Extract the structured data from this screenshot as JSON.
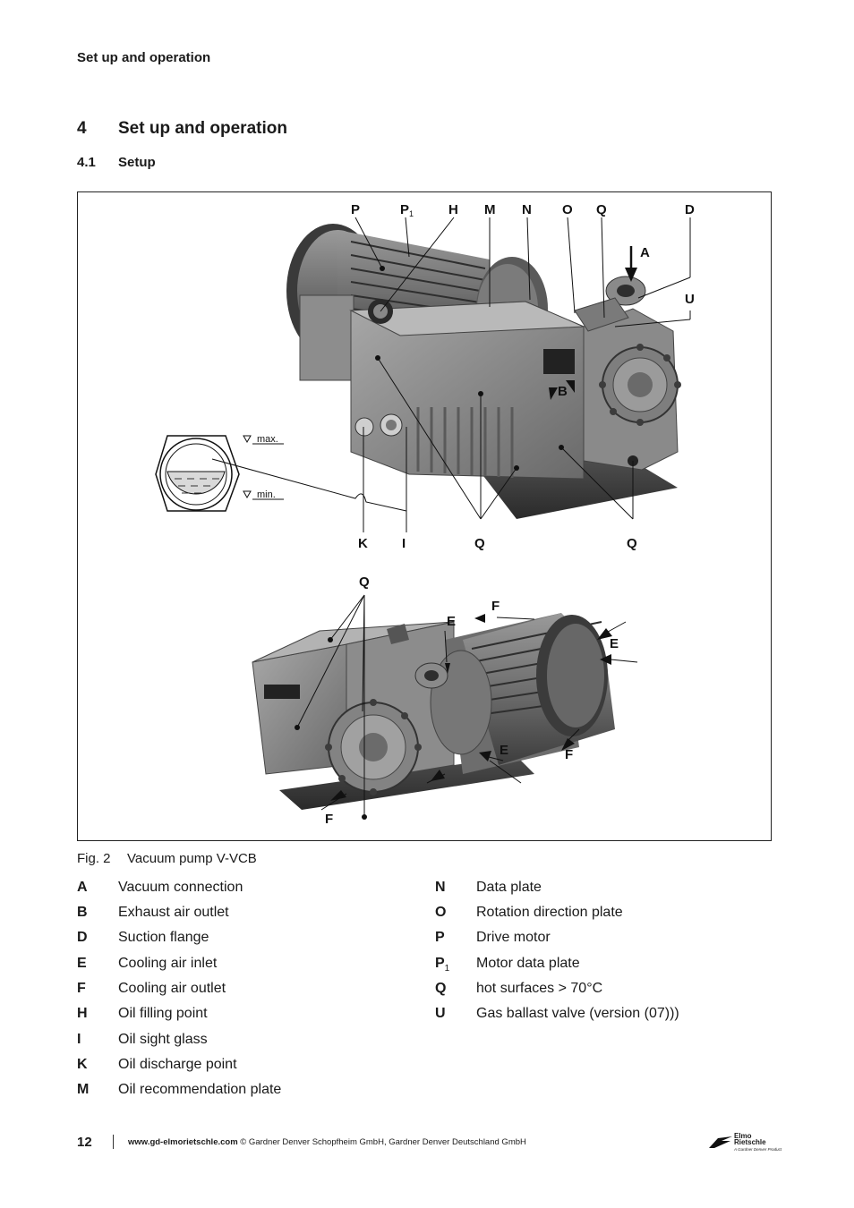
{
  "header": {
    "running_title": "Set up and operation"
  },
  "section": {
    "number": "4",
    "title": "Set up and operation"
  },
  "subsection": {
    "number": "4.1",
    "title": "Setup"
  },
  "figure": {
    "top_callouts": [
      "P",
      "P",
      "H",
      "M",
      "N",
      "O",
      "Q",
      "D"
    ],
    "p1_subscript": "1",
    "labels": {
      "A": "A",
      "U": "U",
      "B": "B",
      "K": "K",
      "I": "I",
      "Q1": "Q",
      "Q2": "Q",
      "Q3": "Q",
      "E1": "E",
      "E2": "E",
      "E3": "E",
      "F1": "F",
      "F2": "F",
      "F3": "F"
    },
    "sight_glass": {
      "max": "max.",
      "min": "min."
    },
    "caption_number": "Fig. 2",
    "caption_text": "Vacuum pump  V-VCB"
  },
  "legend_left": [
    {
      "key": "A",
      "desc": "Vacuum connection"
    },
    {
      "key": "B",
      "desc": "Exhaust air outlet"
    },
    {
      "key": "D",
      "desc": "Suction flange"
    },
    {
      "key": "E",
      "desc": "Cooling air inlet"
    },
    {
      "key": "F",
      "desc": "Cooling air outlet"
    },
    {
      "key": "H",
      "desc": "Oil filling point"
    },
    {
      "key": "I",
      "desc": "Oil sight glass"
    },
    {
      "key": "K",
      "desc": "Oil discharge point"
    },
    {
      "key": "M",
      "desc": "Oil recommendation plate"
    }
  ],
  "legend_right": [
    {
      "key": "N",
      "desc": "Data plate"
    },
    {
      "key": "O",
      "desc": "Rotation direction plate"
    },
    {
      "key": "P",
      "desc": "Drive motor"
    },
    {
      "key": "P",
      "sub": "1",
      "desc": "Motor data plate"
    },
    {
      "key": "Q",
      "desc": "hot surfaces > 70°C"
    },
    {
      "key": "U",
      "desc": "Gas ballast valve (version (07)))"
    }
  ],
  "footer": {
    "page_number": "12",
    "url": "www.gd-elmorietschle.com",
    "copyright": "© Gardner Denver Schopfheim GmbH, Gardner Denver Deutschland GmbH",
    "logo_line1": "Elmo",
    "logo_line2": "Rietschle",
    "logo_tagline": "A Gardner Denver Product"
  }
}
